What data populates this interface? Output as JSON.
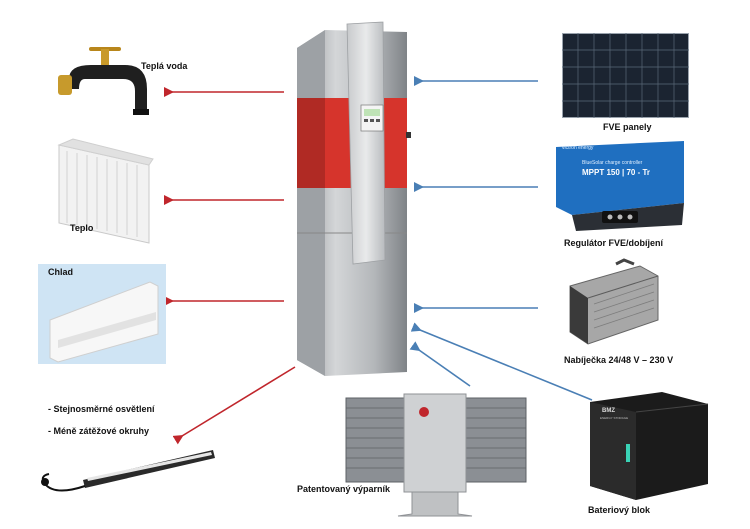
{
  "left": {
    "hot_water": "Teplá voda",
    "heat": "Teplo",
    "cooling": "Chlad",
    "dc_lighting": "- Stejnosměrné osvětlení",
    "fewer_circuits": "- Méně zátěžové okruhy"
  },
  "right": {
    "pv_panels": "FVE panely",
    "pv_regulator": "Regulátor FVE/dobíjení",
    "charger": "Nabíječka 24/48  V – 230 V",
    "battery": "Bateriový blok",
    "evaporator": "Patentovaný výparník"
  },
  "device_text": {
    "controller_brand": "victron energy",
    "controller_line1": "BlueSolar charge controller",
    "controller_model": "MPPT 150 | 70 - Tr",
    "battery_brand": "BMZ",
    "battery_sub": "ENERGY STORAGE"
  },
  "colors": {
    "out_arrow": "#c0262c",
    "in_arrow": "#4a7fb5",
    "unit_silver": "#b9bcbf",
    "unit_red": "#d6342c"
  }
}
